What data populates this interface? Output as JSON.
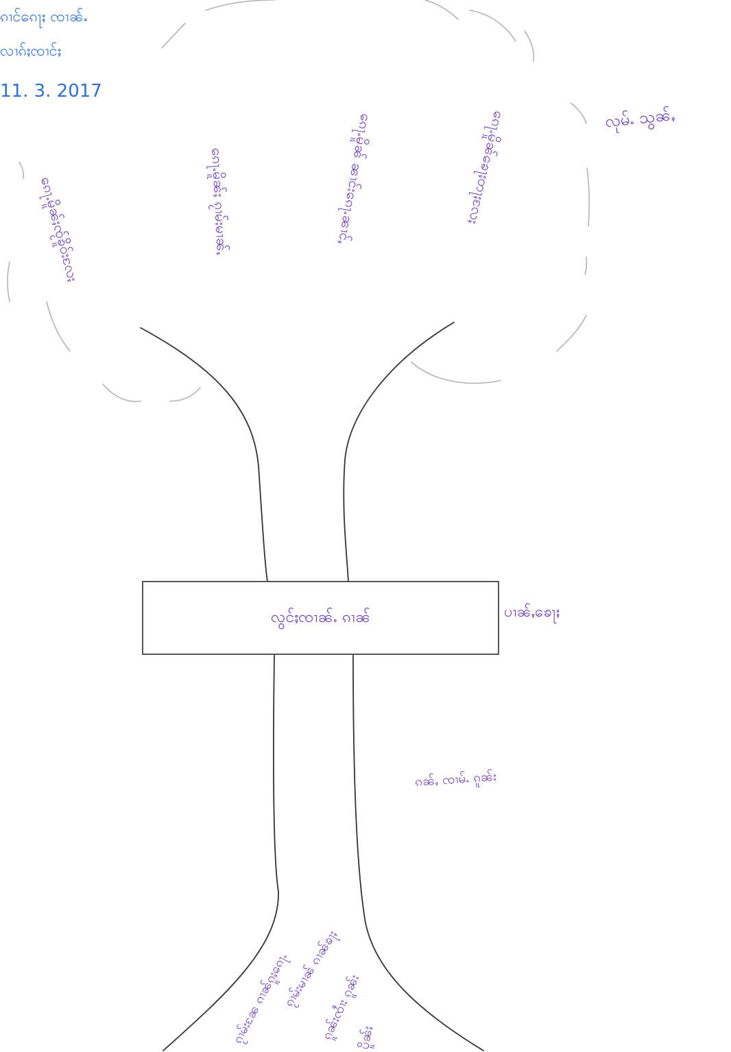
{
  "header": {
    "line1": "ၵၢင်ၵေႃႈ ၸၢၼ်ႉ",
    "line2": "လၢၵ်ႈၸၢင်ႈ",
    "date": "11. 3. 2017"
  },
  "canopy_label": "လုမ်ႉ သွၼ်ႇ",
  "branches": [
    "ၵေႃႉမိူၼ်ႈၸႂ်ၶိူဝ်းလႄႈ",
    "ၵေႃႉမိူၼ်ႈ ၵႂၢမ်းမၢၼ်ႇ",
    "ၵေႃႉမိူၼ် ၼၢင်းၵေႃႉၼၢင်ႇ",
    "ၵေႃႉမိူၼ်ၶေႃႈတႃႈလႄႈ"
  ],
  "trunk_box": "လွင်ႈၸၢၼ်ႉ ၵၢၼ်",
  "trunk_label": "ပၢၼ်ႇၶေႃႈ",
  "lower_label": "ၵၼ်ႇ ၸၢမ်ႉ ၵူၼ်း",
  "roots": [
    "ၵႂၢမ်းၼႄ ၵၢၼ်ၵူႈၵေႃႉ",
    "ၵႂၢမ်းမၢၼ် ၵၢၼ်ၶႃႈ",
    "ၵူၼ်းၸၢႆး ၵူၼ်း",
    "ပိူၼ်ႈ"
  ],
  "colors": {
    "ink": "#333333",
    "light_ink": "#aaaaaa",
    "blue_pen": "#2d6fd6",
    "purple_pen": "#6a3db8"
  }
}
